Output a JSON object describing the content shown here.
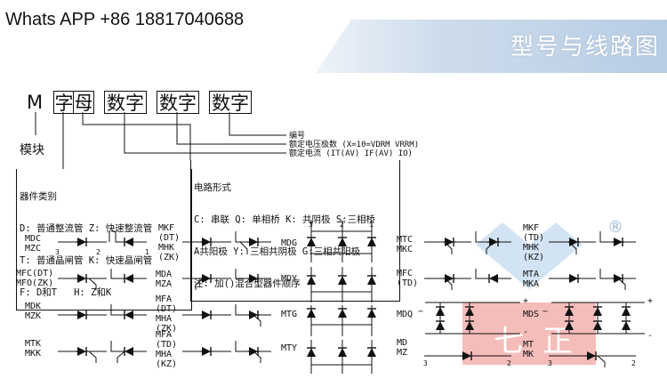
{
  "header": {
    "contact": "Whats APP +86 18817040688",
    "banner_title": "型号与线路图"
  },
  "model_code": {
    "prefix": "M",
    "letter_boxes": [
      "字",
      "母"
    ],
    "number_boxes": [
      "数字",
      "数字",
      "数字"
    ],
    "prefix_caption": "模块",
    "number_notes": [
      "编号",
      "额定电压极数 (X=10=VDRM VRRM)",
      "额定电流 (IT(AV) IF(AV) IO)"
    ],
    "device_type_box": [
      "器件类别",
      "D: 普通整流管 Z: 快速整流管",
      "T: 普通晶闸管 K: 快速晶闸管",
      "F: D和T   H: Z和K"
    ],
    "circuit_box": [
      "电路形式",
      "C: 串联 Q: 单相桥 K: 共阴极 S:三相桥",
      "A共阳极 Y: 三相共阴极 G:三相共阳极",
      "注: 加()混合型器件顺序"
    ]
  },
  "circuits": {
    "col1": [
      "MDC\nMZC",
      "MFC(DT)\nMFO(ZK)",
      "MDK\nMZK",
      "MTK\nMKK"
    ],
    "col2": [
      "MKF\n(DT)\nMHK\n(ZK)",
      "MDA\nMZA",
      "MFA\n(DT)\nMHA\n(ZK)",
      "MFA\n(TD)\nMHA\n(KZ)"
    ],
    "col3": [
      "MDG",
      "MDY",
      "MTG",
      "MTY"
    ],
    "col4": [
      "MTC\nMKC",
      "MFC\n(TD)",
      "MDQ",
      "MD\nMZ"
    ],
    "col5": [
      "MKF\n(TD)\nMHK\n(KZ)",
      "MTA\nMKA",
      "MDS",
      "MT\nMK"
    ],
    "pins": {
      "p1": "1",
      "p2": "2",
      "p3": "3",
      "plus": "+",
      "minus": "-",
      "tilde": "~"
    },
    "trademark": "®"
  },
  "colors": {
    "banner": "#b7cde4",
    "watermark_blue": "#7fb2e0",
    "watermark_red": "#e3443c"
  }
}
